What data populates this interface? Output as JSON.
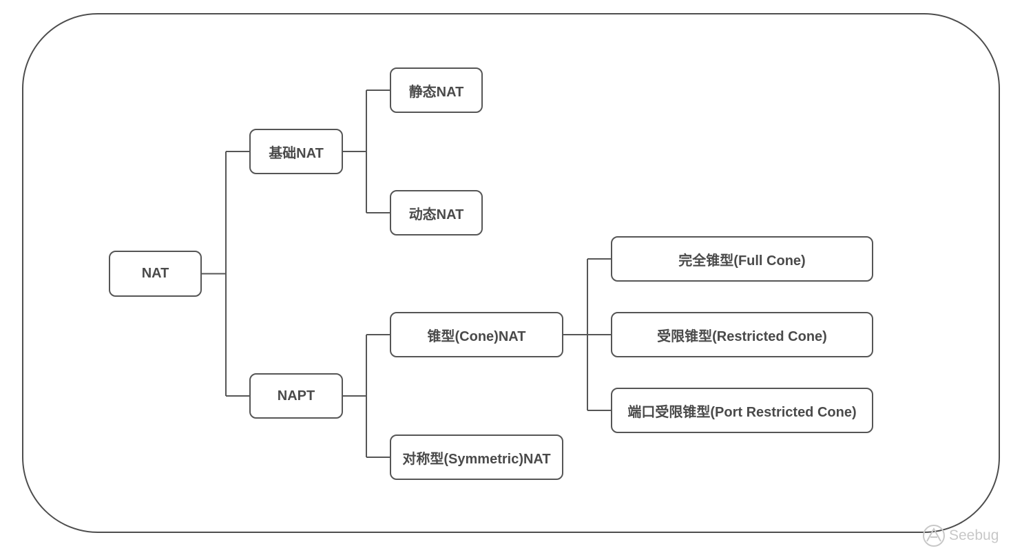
{
  "diagram": {
    "nodes": {
      "nat": "NAT",
      "basic_nat": "基础NAT",
      "static_nat": "静态NAT",
      "dynamic_nat": "动态NAT",
      "napt": "NAPT",
      "cone_nat": "锥型(Cone)NAT",
      "symmetric_nat": "对称型(Symmetric)NAT",
      "full_cone": "完全锥型(Full Cone)",
      "restricted_cone": "受限锥型(Restricted Cone)",
      "port_restricted_cone": "端口受限锥型(Port Restricted Cone)"
    },
    "edges": [
      [
        "nat",
        "basic_nat"
      ],
      [
        "nat",
        "napt"
      ],
      [
        "basic_nat",
        "static_nat"
      ],
      [
        "basic_nat",
        "dynamic_nat"
      ],
      [
        "napt",
        "cone_nat"
      ],
      [
        "napt",
        "symmetric_nat"
      ],
      [
        "cone_nat",
        "full_cone"
      ],
      [
        "cone_nat",
        "restricted_cone"
      ],
      [
        "cone_nat",
        "port_restricted_cone"
      ]
    ]
  },
  "watermark": {
    "text": "Seebug",
    "icon": "seebug-logo-icon",
    "color": "#c8c8c8"
  },
  "colors": {
    "stroke": "#555555",
    "text": "#4a4a4a",
    "frame": "#4d4d4d"
  }
}
